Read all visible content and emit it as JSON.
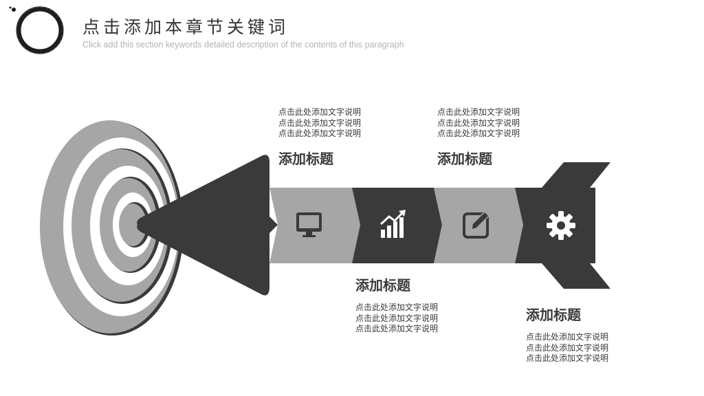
{
  "header": {
    "title": "点击添加本章节关键词",
    "subtitle": "Click add this section keywords detailed description of the contents of this paragraph"
  },
  "colors": {
    "dark": "#3a3a3a",
    "grey": "#a6a6a6",
    "white": "#ffffff",
    "subtitle": "#b3b3b3"
  },
  "steps": [
    {
      "heading": "添加标题",
      "icon": "monitor-icon",
      "lines": [
        "点击此处添加文字说明",
        "点击此处添加文字说明",
        "点击此处添加文字说明"
      ]
    },
    {
      "heading": "添加标题",
      "icon": "chart-up-icon",
      "lines": [
        "点击此处添加文字说明",
        "点击此处添加文字说明",
        "点击此处添加文字说明"
      ]
    },
    {
      "heading": "添加标题",
      "icon": "edit-icon",
      "lines": [
        "点击此处添加文字说明",
        "点击此处添加文字说明",
        "点击此处添加文字说明"
      ]
    },
    {
      "heading": "添加标题",
      "icon": "gear-icon",
      "lines": [
        "点击此处添加文字说明",
        "点击此处添加文字说明",
        "点击此处添加文字说明"
      ]
    }
  ]
}
